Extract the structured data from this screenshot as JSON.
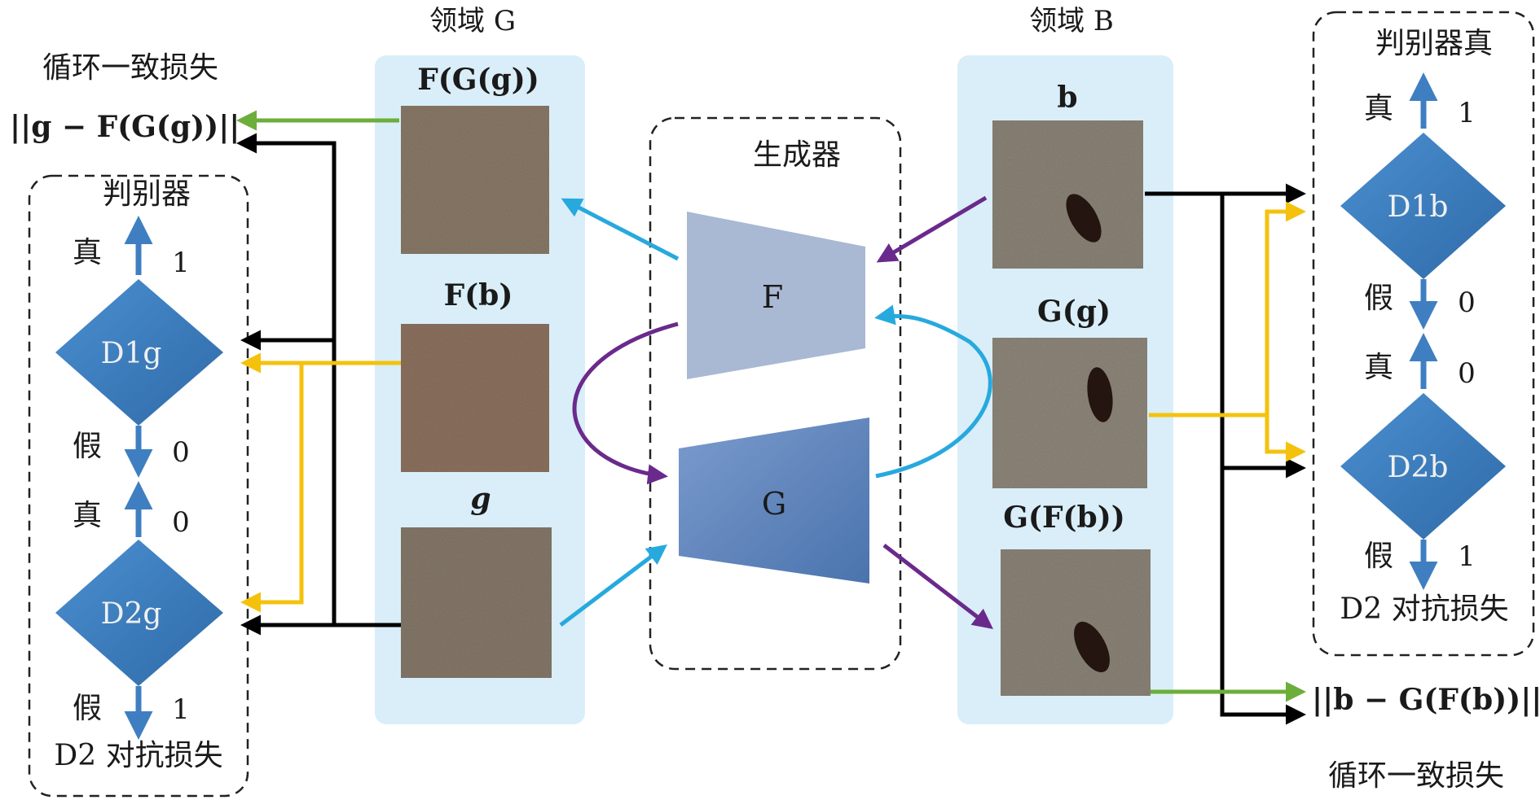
{
  "cycle_loss_left": {
    "title": "循环一致损失",
    "formula": "||g − F(G(g))||"
  },
  "cycle_loss_right": {
    "title": "循环一致损失",
    "formula": "||b − G(F(b))||"
  },
  "domain_g": {
    "title": "领域 G",
    "image_labels": [
      "F(G(g))",
      "F(b)",
      "g"
    ]
  },
  "domain_b": {
    "title": "领域 B",
    "image_labels": [
      "b",
      "G(g)",
      "G(F(b))"
    ]
  },
  "generator": {
    "title": "生成器",
    "F": "F",
    "G": "G"
  },
  "discriminator_left": {
    "title": "判别器",
    "d1": "D1g",
    "d2": "D2g",
    "real": "真",
    "fake": "假",
    "d1_real_value": "1",
    "d1_fake_value": "0",
    "d2_real_value": "0",
    "d2_fake_value": "1",
    "loss": "D2 对抗损失"
  },
  "discriminator_right": {
    "title": "判别器真",
    "d1": "D1b",
    "d2": "D2b",
    "real": "真",
    "fake": "假",
    "d1_real_value": "1",
    "d1_fake_value": "0",
    "d2_real_value": "0",
    "d2_fake_value": "1",
    "loss": "D2 对抗损失"
  },
  "colors": {
    "panel_bg": "#d9eef8",
    "diamond": "#3f7fc1",
    "arrow_green": "#6cae3a",
    "arrow_yellow": "#f4c20d",
    "arrow_black": "#000000",
    "arrow_cyan": "#27a9de",
    "arrow_purple": "#6a2a8c",
    "trap_F": "#a9b8d3",
    "trap_G": "#5b82b8"
  }
}
